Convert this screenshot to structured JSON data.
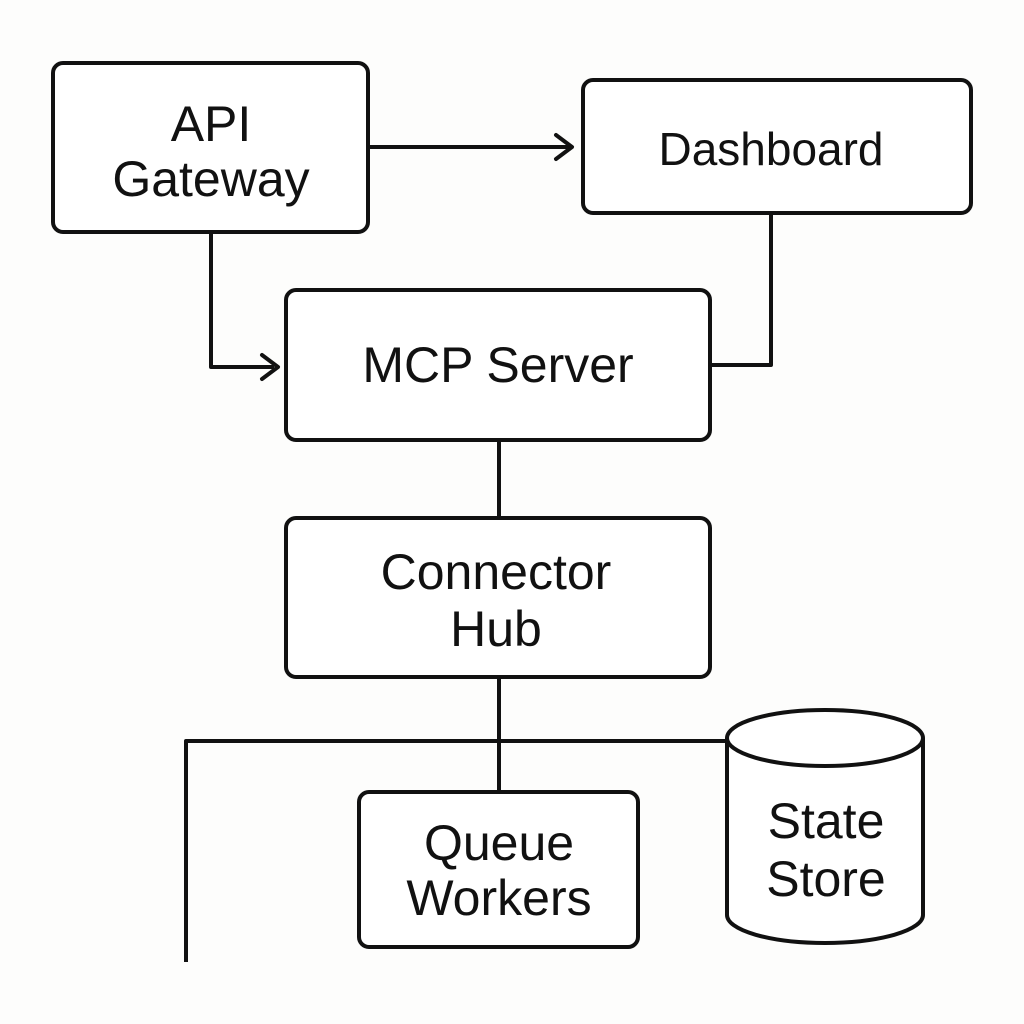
{
  "nodes": {
    "api_gateway": {
      "line1": "API",
      "line2": "Gateway"
    },
    "dashboard": {
      "label": "Dashboard"
    },
    "mcp_server": {
      "label": "MCP Server"
    },
    "connector_hub": {
      "line1": "Connector",
      "line2": "Hub"
    },
    "queue_workers": {
      "line1": "Queue",
      "line2": "Workers"
    },
    "state_store": {
      "line1": "State",
      "line2": "Store"
    }
  },
  "edges": [
    {
      "from": "api_gateway",
      "to": "dashboard",
      "arrow": true
    },
    {
      "from": "api_gateway",
      "to": "mcp_server",
      "arrow": true
    },
    {
      "from": "dashboard",
      "to": "mcp_server",
      "arrow": false
    },
    {
      "from": "mcp_server",
      "to": "connector_hub",
      "arrow": false
    },
    {
      "from": "connector_hub",
      "to": "queue_workers",
      "arrow": false
    },
    {
      "from": "connector_hub",
      "to": "state_store",
      "arrow": false
    }
  ],
  "colors": {
    "stroke": "#111111",
    "fill": "#ffffff",
    "background": "#fdfdfc"
  }
}
